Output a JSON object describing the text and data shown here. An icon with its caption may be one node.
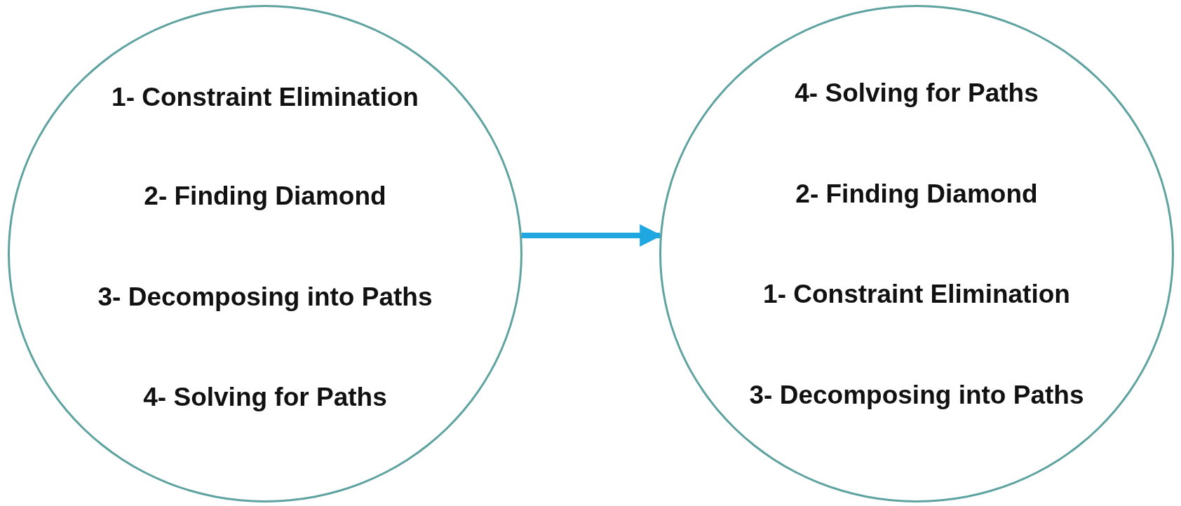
{
  "diagram": {
    "nodes": [
      {
        "text": [
          "1- Constraint Elimination",
          "2- Finding Diamond",
          "3- Decomposing into Paths",
          "4- Solving for Paths"
        ]
      },
      {
        "text": [
          "4- Solving for Paths",
          "2- Finding Diamond",
          "1- Constraint Elimination",
          "3- Decomposing into Paths"
        ]
      }
    ],
    "edges": [
      {
        "from": 0,
        "to": 1,
        "arrow": "to"
      }
    ]
  }
}
